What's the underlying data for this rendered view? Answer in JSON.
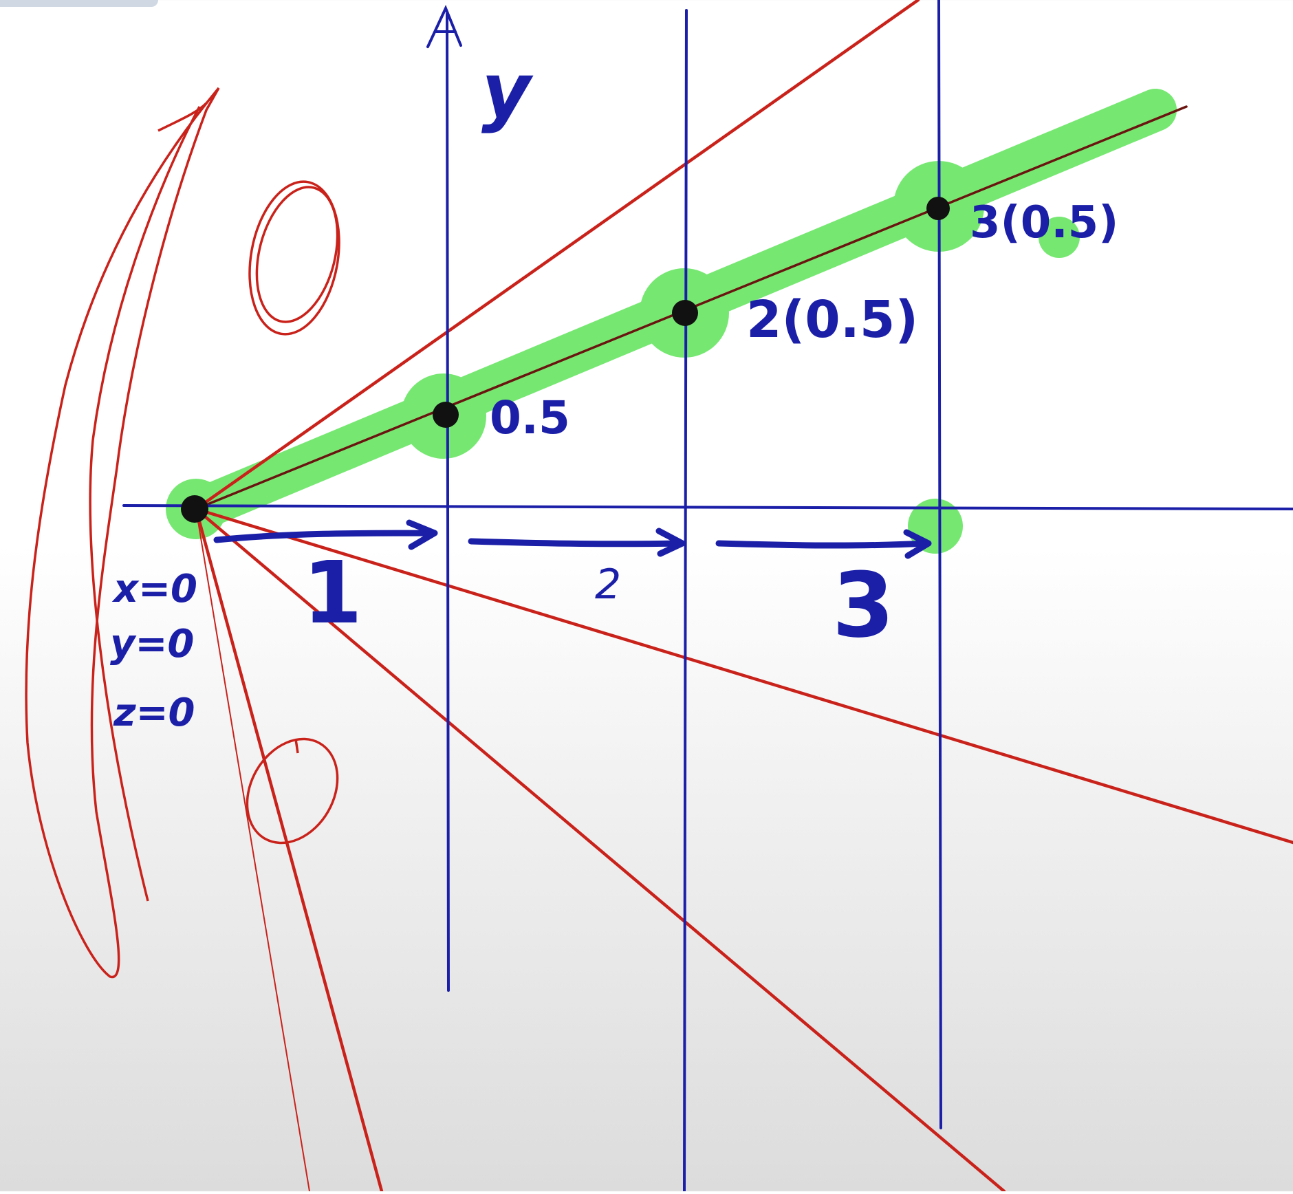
{
  "labels": {
    "y_axis": "y",
    "origin_x": "x=0",
    "origin_y": "y=0",
    "origin_z": "z=0",
    "step_1": "1",
    "step_2": "2",
    "step_3": "3",
    "point_1": "0.5",
    "point_2": "2(0.5)",
    "point_3": "3(0.5)"
  },
  "colors": {
    "axis_blue": "#1b1fa8",
    "ray_red": "#c9221b",
    "highlight_green": "#5fe55a",
    "point_black": "#111111"
  },
  "icons": [
    "y-axis-arrowhead-icon",
    "step-arrow-icon"
  ]
}
